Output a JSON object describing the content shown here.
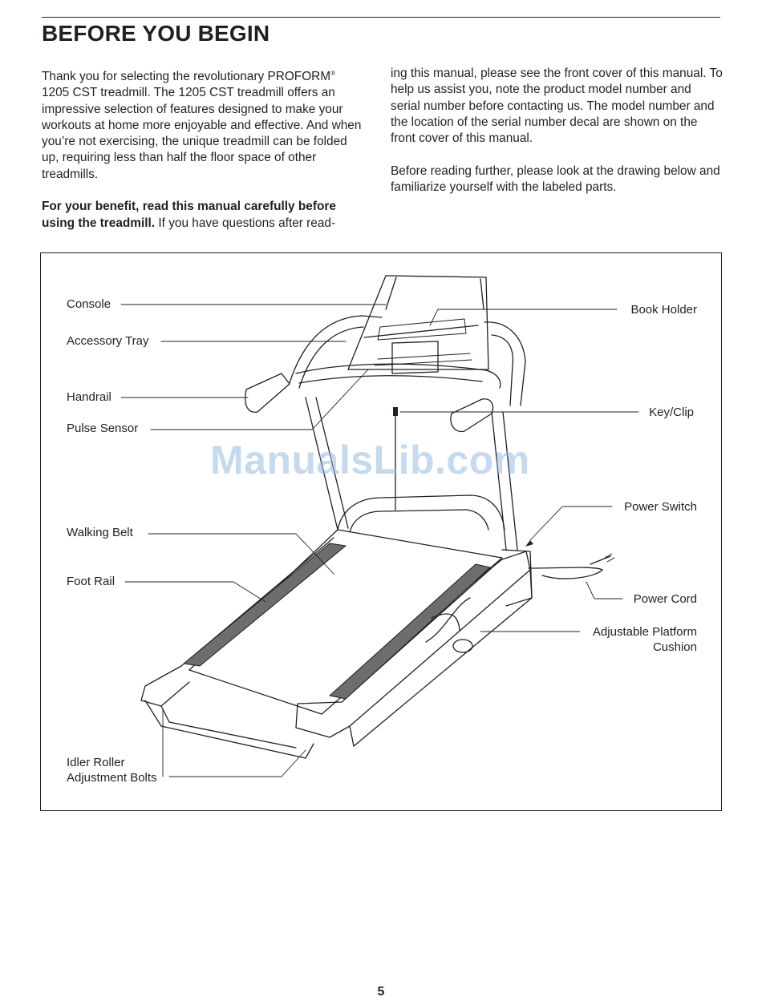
{
  "header": {
    "title": "BEFORE YOU BEGIN"
  },
  "intro": {
    "p1_a": "Thank you for selecting the revolutionary PROFORM",
    "p1_reg": "®",
    "p1_b": " 1205 CST treadmill. The 1205 CST treadmill offers an impressive selection of features designed to make your workouts at home more enjoyable and effective. And when you’re not exercising, the unique treadmill can be folded up, requiring less than half the floor space of other treadmills.",
    "p2_bold": "For your benefit, read this manual carefully before using the treadmill.",
    "p2_rest": " If you have questions after reading this manual, please see the front cover of this manual. To help us assist you, note the product model number and serial number before contacting us. The model number and the location of the serial number decal are shown on the front cover of this manual.",
    "p3": "Before reading further, please look at the drawing below and familiarize yourself with the labeled parts."
  },
  "diagram": {
    "labels": {
      "console": "Console",
      "accessory_tray": "Accessory Tray",
      "handrail": "Handrail",
      "pulse_sensor": "Pulse Sensor",
      "walking_belt": "Walking Belt",
      "foot_rail": "Foot Rail",
      "idler_roller_1": "Idler Roller",
      "idler_roller_2": "Adjustment Bolts",
      "book_holder": "Book Holder",
      "key_clip": "Key/Clip",
      "power_switch": "Power Switch",
      "power_cord": "Power Cord",
      "cushion_1": "Adjustable Platform",
      "cushion_2": "Cushion"
    }
  },
  "watermark": "ManualsLib.com",
  "footer": {
    "page_number": "5"
  }
}
